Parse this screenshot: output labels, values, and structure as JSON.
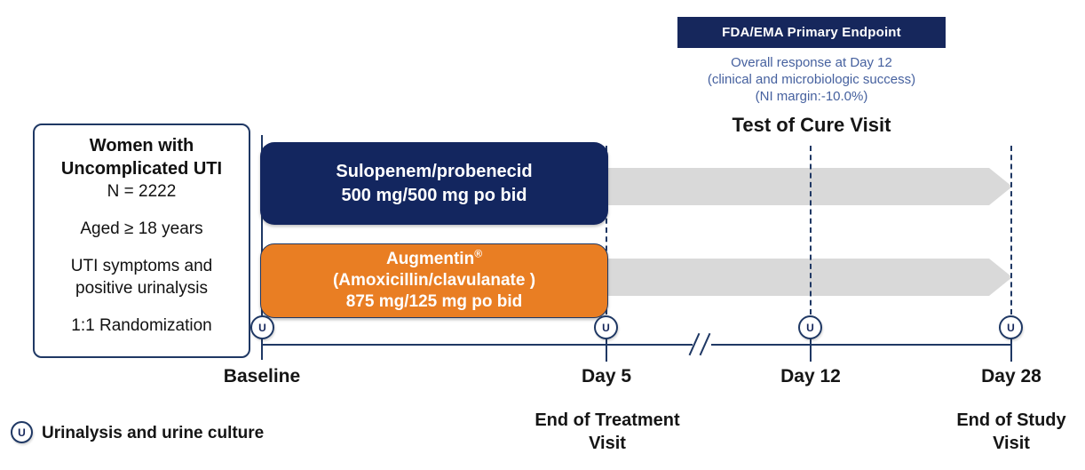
{
  "colors": {
    "navy_fill": "#13265F",
    "endpoint_navy": "#16275C",
    "orange_fill": "#E97E23",
    "arrow_gray": "#D9D9D9",
    "line_navy": "#1F3864",
    "endpoint_text_blue": "#46619F"
  },
  "endpoint": {
    "title": "FDA/EMA Primary Endpoint",
    "lines": [
      "Overall response at Day 12",
      "(clinical and microbiologic success)",
      "(NI margin:-10.0%)"
    ]
  },
  "toc_title": "Test of Cure Visit",
  "criteria": {
    "title1": "Women with",
    "title2": "Uncomplicated UTI",
    "n": "N = 2222",
    "age": "Aged ≥ 18 years",
    "sym1": "UTI symptoms and",
    "sym2": "positive urinalysis",
    "rand": "1:1 Randomization"
  },
  "arms": {
    "sulopenem": {
      "line1": "Sulopenem/probenecid",
      "line2": "500 mg/500 mg po bid"
    },
    "augmentin": {
      "name": "Augmentin",
      "reg": "®",
      "line2": "(Amoxicillin/clavulanate )",
      "line3": "875 mg/125 mg po bid"
    }
  },
  "timeline": {
    "u_symbol": "U",
    "labels": {
      "baseline": "Baseline",
      "day5": "Day 5",
      "day12": "Day 12",
      "day28": "Day 28"
    },
    "sub": {
      "eot1": "End of Treatment",
      "eot2": "Visit",
      "eos1": "End of Study",
      "eos2": "Visit"
    }
  },
  "legend": {
    "symbol": "U",
    "text": "Urinalysis and urine culture"
  }
}
